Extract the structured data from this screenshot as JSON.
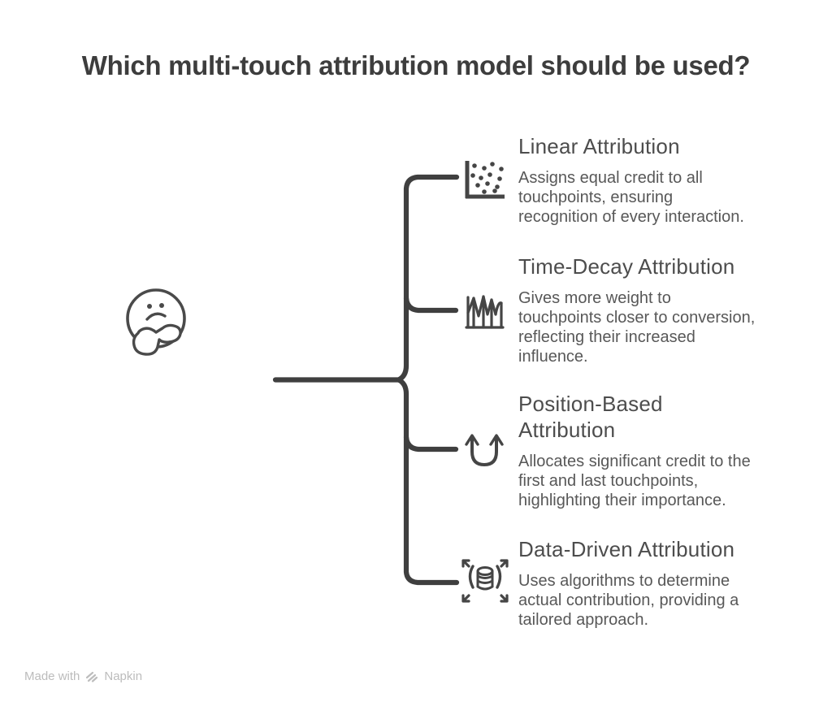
{
  "title": "Which multi-touch attribution model should be used?",
  "center_figure": "thinking-face",
  "colors": {
    "title_ink": "#3d3d3d",
    "heading_ink": "#4d4d4d",
    "body_ink": "#585858",
    "line_ink": "#3f3f3f",
    "footer_ink": "#bcbcbc",
    "background": "#ffffff"
  },
  "sections": [
    {
      "title": "Linear Attribution",
      "description": "Assigns equal credit to all\ntouchpoints, ensuring\nrecognition of every interaction.",
      "icon": "scatter-plot-icon"
    },
    {
      "title": "Time-Decay Attribution",
      "description": "Gives more weight to\ntouchpoints closer to conversion,\nreflecting their increased\ninfluence.",
      "icon": "decay-histogram-icon"
    },
    {
      "title": "Position-Based Attribution",
      "description": "Allocates significant credit to the\nfirst and last touchpoints,\nhighlighting their importance.",
      "icon": "u-turn-arrows-icon"
    },
    {
      "title": "Data-Driven Attribution",
      "description": "Uses algorithms to determine\nactual contribution, providing a\ntailored approach.",
      "icon": "database-expand-icon"
    }
  ],
  "footer": {
    "made_with": "Made with",
    "brand": "Napkin"
  }
}
